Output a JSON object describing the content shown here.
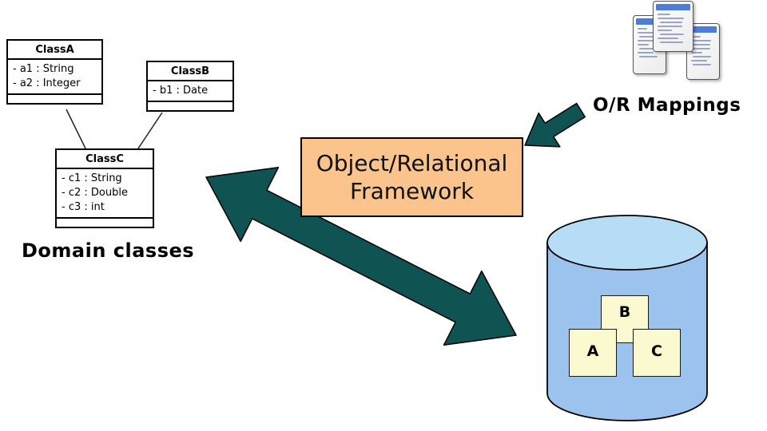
{
  "colors": {
    "arrow_teal": "#0f5353",
    "framework_fill": "#fac48c",
    "framework_border": "#000000",
    "cylinder_body": "#9cc2ee",
    "cylinder_top": "#b7ddf6",
    "table_box_fill": "#fbf9d0",
    "doc_titlebar_blue": "#4d7dd6",
    "class_box_fill": "#ffffff",
    "class_box_border": "#000000"
  },
  "uml": {
    "caption": "Domain classes",
    "classes": [
      {
        "name": "ClassA",
        "attributes": [
          "- a1 : String",
          "- a2 : Integer"
        ]
      },
      {
        "name": "ClassB",
        "attributes": [
          "- b1 : Date"
        ]
      },
      {
        "name": "ClassC",
        "attributes": [
          "- c1 : String",
          "- c2 : Double",
          "- c3 : int"
        ]
      }
    ]
  },
  "framework": {
    "line1": "Object/Relational",
    "line2": "Framework"
  },
  "mappings": {
    "label": "O/R Mappings"
  },
  "database": {
    "tables": [
      "B",
      "A",
      "C"
    ]
  }
}
